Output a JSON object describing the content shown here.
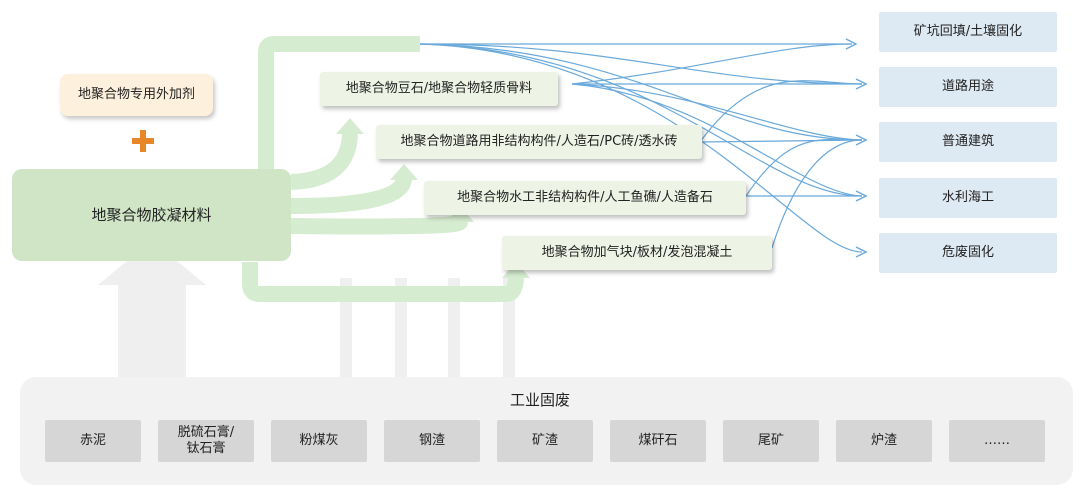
{
  "additive": {
    "label": "地聚合物专用外加剂"
  },
  "binder": {
    "label": "地聚合物胶凝材料"
  },
  "products": [
    {
      "label": "地聚合物豆石/地聚合物轻质骨料"
    },
    {
      "label": "地聚合物道路用非结构构件/人造石/PC砖/透水砖"
    },
    {
      "label": "地聚合物水工非结构构件/人工鱼礁/人造备石"
    },
    {
      "label": "地聚合物加气块/板材/发泡混凝土"
    }
  ],
  "uses": [
    {
      "label": "矿坑回填/土壤固化"
    },
    {
      "label": "道路用途"
    },
    {
      "label": "普通建筑"
    },
    {
      "label": "水利海工"
    },
    {
      "label": "危废固化"
    }
  ],
  "industrial_waste": {
    "title": "工业固废",
    "items": [
      {
        "label": "赤泥"
      },
      {
        "label": "脱硫石膏/\n钛石膏"
      },
      {
        "label": "粉煤灰"
      },
      {
        "label": "钢渣"
      },
      {
        "label": "矿渣"
      },
      {
        "label": "煤矸石"
      },
      {
        "label": "尾矿"
      },
      {
        "label": "炉渣"
      },
      {
        "label": "……"
      }
    ]
  },
  "colors": {
    "flow_green": "#d6ecd0",
    "flow_blue": "#6aa9da",
    "up_arrow_grey": "#efefef"
  }
}
